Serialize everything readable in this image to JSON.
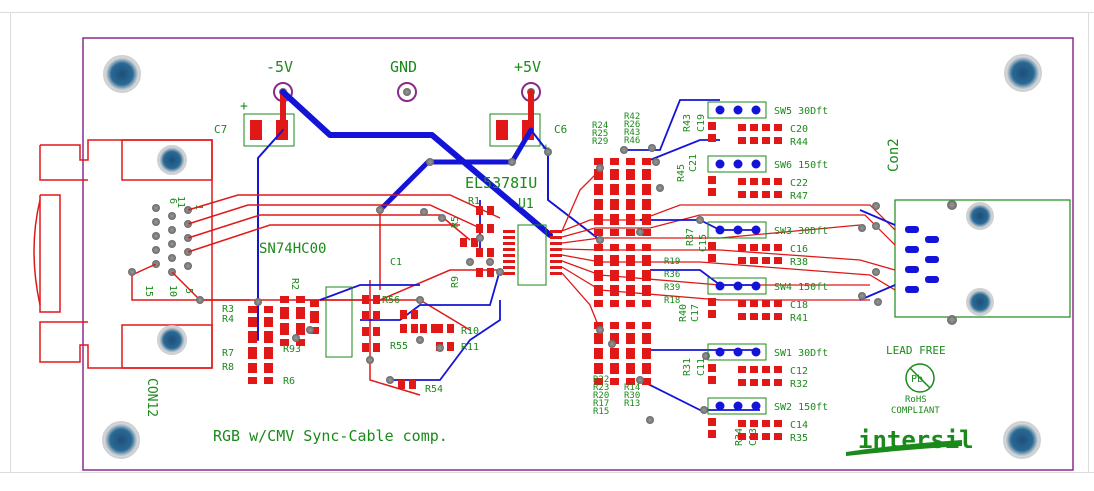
{
  "board": {
    "title": "RGB w/CMV Sync-Cable comp.",
    "outline_color": "#8a2a8a",
    "silk_color": "#1a8a1a",
    "top_copper_color": "#e01818",
    "bottom_copper_color": "#1414d8",
    "mount_hole_color": "#1d4f7a"
  },
  "power": {
    "minus5": "-5V",
    "gnd": "GND",
    "plus5": "+5V",
    "plus_sign": "+"
  },
  "connectors": {
    "con2": "Con2",
    "con12": "CON12",
    "dsub_pins": {
      "p11": "11",
      "p6": "6",
      "p1": "1",
      "p15": "15",
      "p10": "10",
      "p5": "5"
    }
  },
  "ics": {
    "u1_part": "EL5378IU",
    "u1_ref": "U1",
    "nand": "SN74HC00"
  },
  "components": {
    "c7": "C7",
    "c6": "C6",
    "c1": "C1",
    "r3": "R3",
    "r4": "R4",
    "r7": "R7",
    "r8": "R8",
    "r6": "R6",
    "r2": "R2",
    "r93": "R93",
    "r56": "R56",
    "r55": "R55",
    "r54": "R54",
    "r10": "R10",
    "r11": "R11",
    "r1": "R1",
    "r5": "R5",
    "r9": "R9",
    "left_group": [
      "R24",
      "R25",
      "R29",
      "R42",
      "R26",
      "R43",
      "R46"
    ],
    "mid_group": [
      "R19",
      "R36",
      "R39",
      "R18"
    ],
    "bot_group": [
      "R22",
      "R23",
      "R20",
      "R17",
      "R15",
      "R14",
      "R30",
      "R13"
    ],
    "r43": "R43",
    "c19": "C19",
    "r45": "R45",
    "c21": "C21",
    "r37": "R37",
    "c15": "C15",
    "r40": "R40",
    "c17": "C17",
    "r31": "R31",
    "c11": "C11",
    "r34": "R34",
    "c13": "C13"
  },
  "switches": [
    {
      "sw": "SW5",
      "len": "30Dft",
      "cap": "C20",
      "res": "R44"
    },
    {
      "sw": "SW6",
      "len": "150ft",
      "cap": "C22",
      "res": "R47"
    },
    {
      "sw": "SW3",
      "len": "30Dft",
      "cap": "C16",
      "res": "R38"
    },
    {
      "sw": "SW4",
      "len": "150ft",
      "cap": "C18",
      "res": "R41"
    },
    {
      "sw": "SW1",
      "len": "30Dft",
      "cap": "C12",
      "res": "R32"
    },
    {
      "sw": "SW2",
      "len": "150ft",
      "cap": "C14",
      "res": "R35"
    }
  ],
  "compliance": {
    "lead_free": "LEAD FREE",
    "pb": "Pb",
    "rohs": "RoHS",
    "compliant": "COMPLIANT"
  },
  "logo": {
    "text": "intersil",
    "color": "#1a8a1a"
  }
}
